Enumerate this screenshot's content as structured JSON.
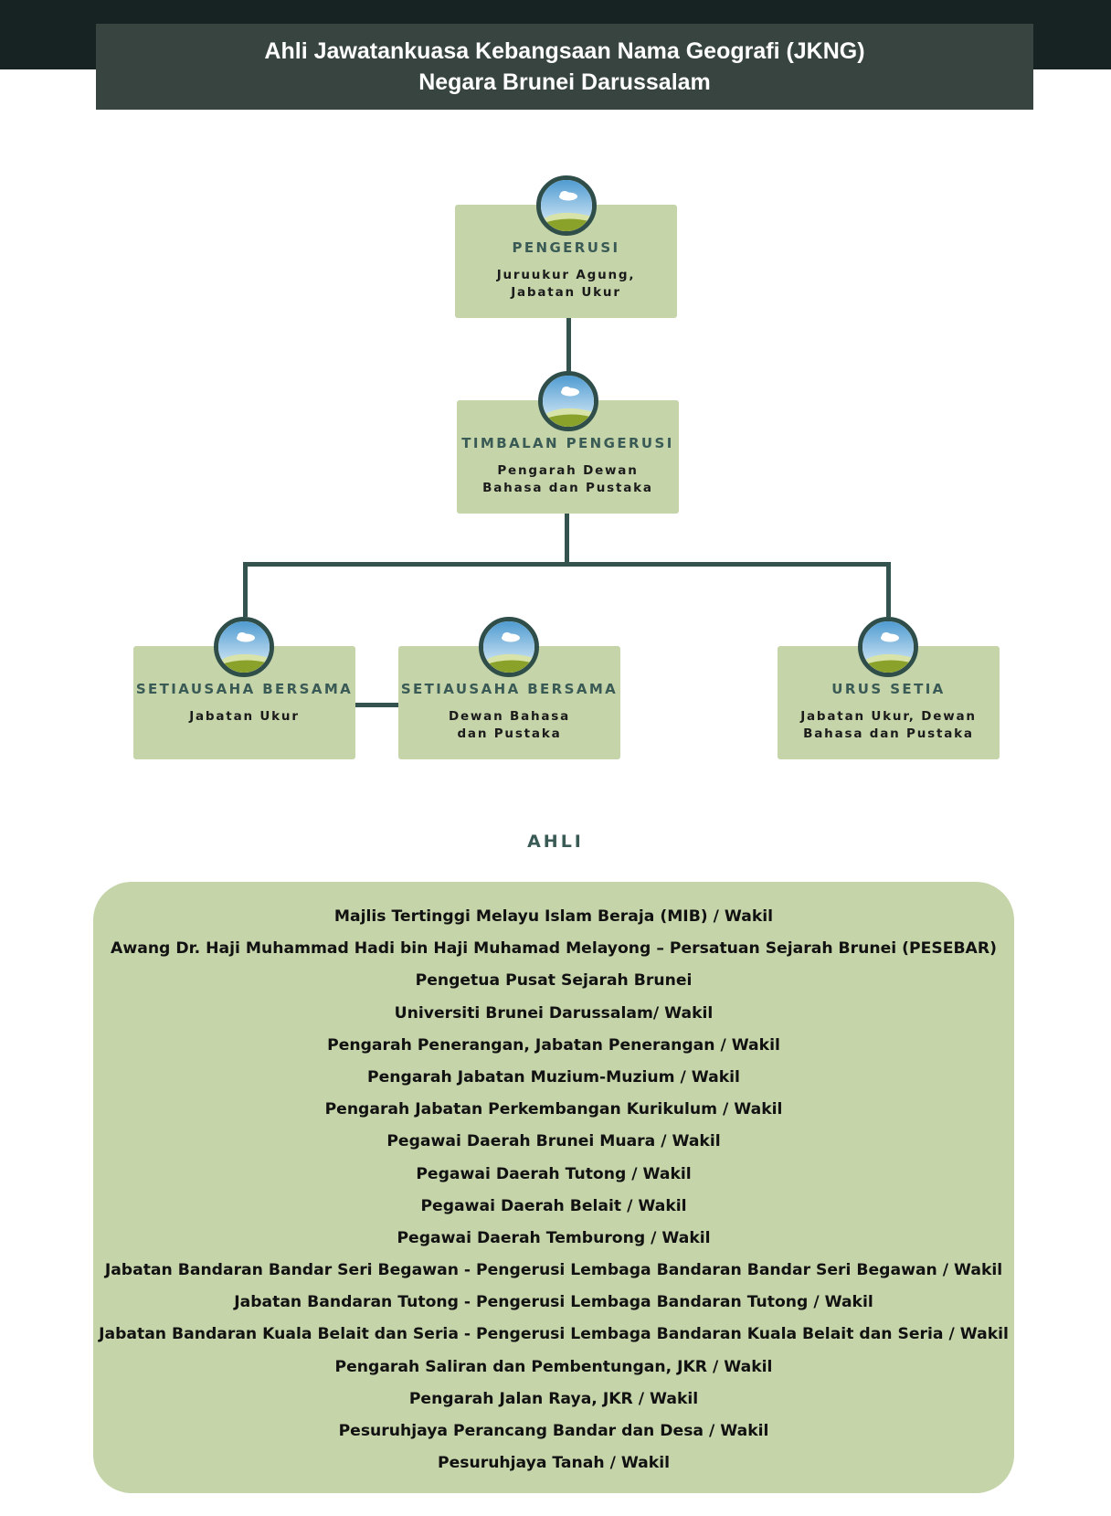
{
  "header": {
    "title_line1": "Ahli Jawatankuasa Kebangsaan Nama Geografi (JKNG)",
    "title_line2": "Negara Brunei Darussalam"
  },
  "colors": {
    "dark_band": "#172323",
    "title_box": "#374440",
    "card_fill": "#c5d4a9",
    "connector": "#34534f",
    "role_text": "#3a5a56"
  },
  "org_chart": {
    "chair": {
      "role": "PENGERUSI",
      "org": "Juruukur Agung,\nJabatan Ukur"
    },
    "deputy": {
      "role": "TIMBALAN PENGERUSI",
      "org": "Pengarah Dewan\nBahasa dan Pustaka"
    },
    "joint_secretary_1": {
      "role": "SETIAUSAHA BERSAMA",
      "org": "Jabatan Ukur"
    },
    "joint_secretary_2": {
      "role": "SETIAUSAHA BERSAMA",
      "org": "Dewan Bahasa\ndan Pustaka"
    },
    "secretariat": {
      "role": "URUS SETIA",
      "org": "Jabatan Ukur, Dewan\nBahasa dan Pustaka"
    }
  },
  "members": {
    "heading": "AHLI",
    "items": [
      "Majlis Tertinggi Melayu Islam Beraja (MIB) / Wakil",
      "Awang Dr. Haji Muhammad Hadi bin Haji Muhamad Melayong – Persatuan Sejarah Brunei (PESEBAR)",
      "Pengetua Pusat Sejarah Brunei",
      "Universiti  Brunei Darussalam/ Wakil",
      "Pengarah Penerangan, Jabatan Penerangan / Wakil",
      "Pengarah Jabatan Muzium-Muzium / Wakil",
      "Pengarah Jabatan Perkembangan Kurikulum / Wakil",
      "Pegawai Daerah Brunei Muara / Wakil",
      "Pegawai Daerah Tutong / Wakil",
      "Pegawai Daerah Belait / Wakil",
      "Pegawai Daerah Temburong / Wakil",
      "Jabatan Bandaran Bandar Seri Begawan - Pengerusi Lembaga Bandaran Bandar Seri Begawan / Wakil",
      "Jabatan Bandaran Tutong - Pengerusi Lembaga Bandaran Tutong / Wakil",
      "Jabatan Bandaran Kuala Belait dan Seria - Pengerusi Lembaga Bandaran Kuala Belait dan Seria / Wakil",
      "Pengarah Saliran dan Pembentungan, JKR / Wakil",
      "Pengarah Jalan Raya, JKR / Wakil",
      "Pesuruhjaya Perancang Bandar dan Desa / Wakil",
      "Pesuruhjaya Tanah / Wakil"
    ]
  }
}
